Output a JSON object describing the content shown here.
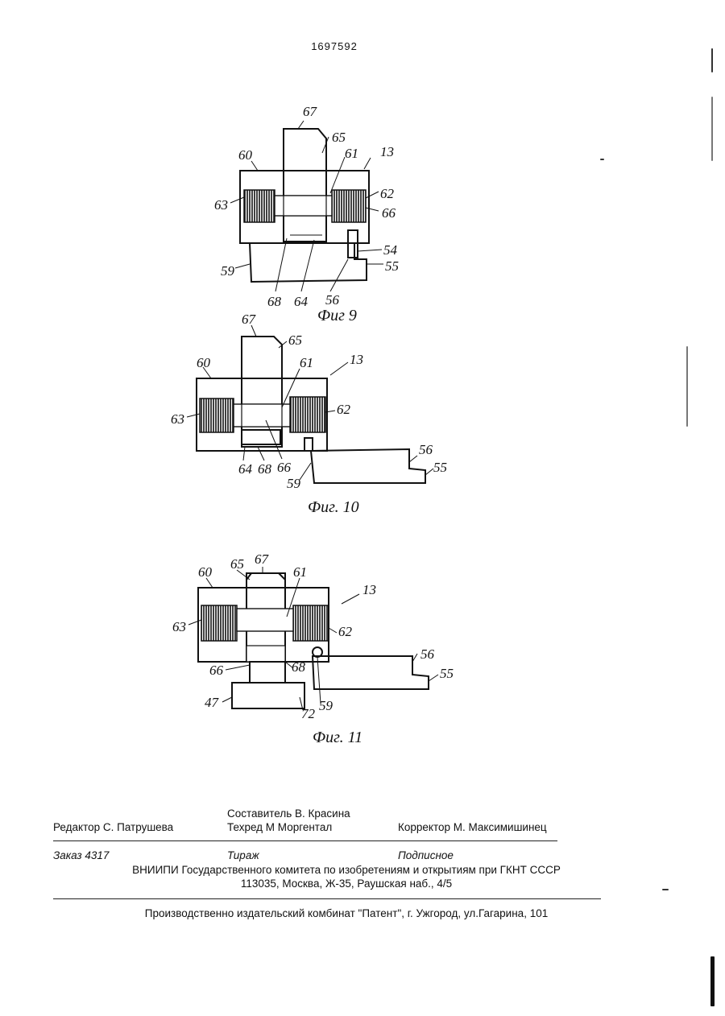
{
  "header": {
    "patent_number": "1697592"
  },
  "fig9": {
    "caption": "Фиг 9",
    "labels": {
      "l67": "67",
      "l65": "65",
      "l60": "60",
      "l61": "61",
      "l13": "13",
      "l63": "63",
      "l62": "62",
      "l66": "66",
      "l54": "54",
      "l55": "55",
      "l59": "59",
      "l68": "68",
      "l64": "64",
      "l56": "56"
    }
  },
  "fig10": {
    "caption": "Фиг. 10",
    "labels": {
      "l67": "67",
      "l65": "65",
      "l60": "60",
      "l61": "61",
      "l13": "13",
      "l63": "63",
      "l62": "62",
      "l64": "64",
      "l68": "68",
      "l66": "66",
      "l59": "59",
      "l56": "56",
      "l55": "55"
    }
  },
  "fig11": {
    "caption": "Фиг. 11",
    "labels": {
      "l65": "65",
      "l67": "67",
      "l60": "60",
      "l61": "61",
      "l13": "13",
      "l63": "63",
      "l62": "62",
      "l56": "56",
      "l55": "55",
      "l66": "66",
      "l68": "68",
      "l47": "47",
      "l72": "72",
      "l59": "59"
    }
  },
  "imprint": {
    "compiler": "Составитель  В. Красина",
    "editor": "Редактор  С. Патрушева",
    "techred": "Техред М Моргентал",
    "corrector": "Корректор М. Максимишинец",
    "order": "Заказ  4317",
    "circulation": "Тираж",
    "subscription": "Подписное",
    "org": "ВНИИПИ Государственного комитета по изобретениям и открытиям при ГКНТ СССР",
    "address": "113035, Москва, Ж-35, Раушская наб., 4/5",
    "publisher": "Производственно издательский комбинат \"Патент\", г. Ужгород, ул.Гагарина, 101"
  }
}
